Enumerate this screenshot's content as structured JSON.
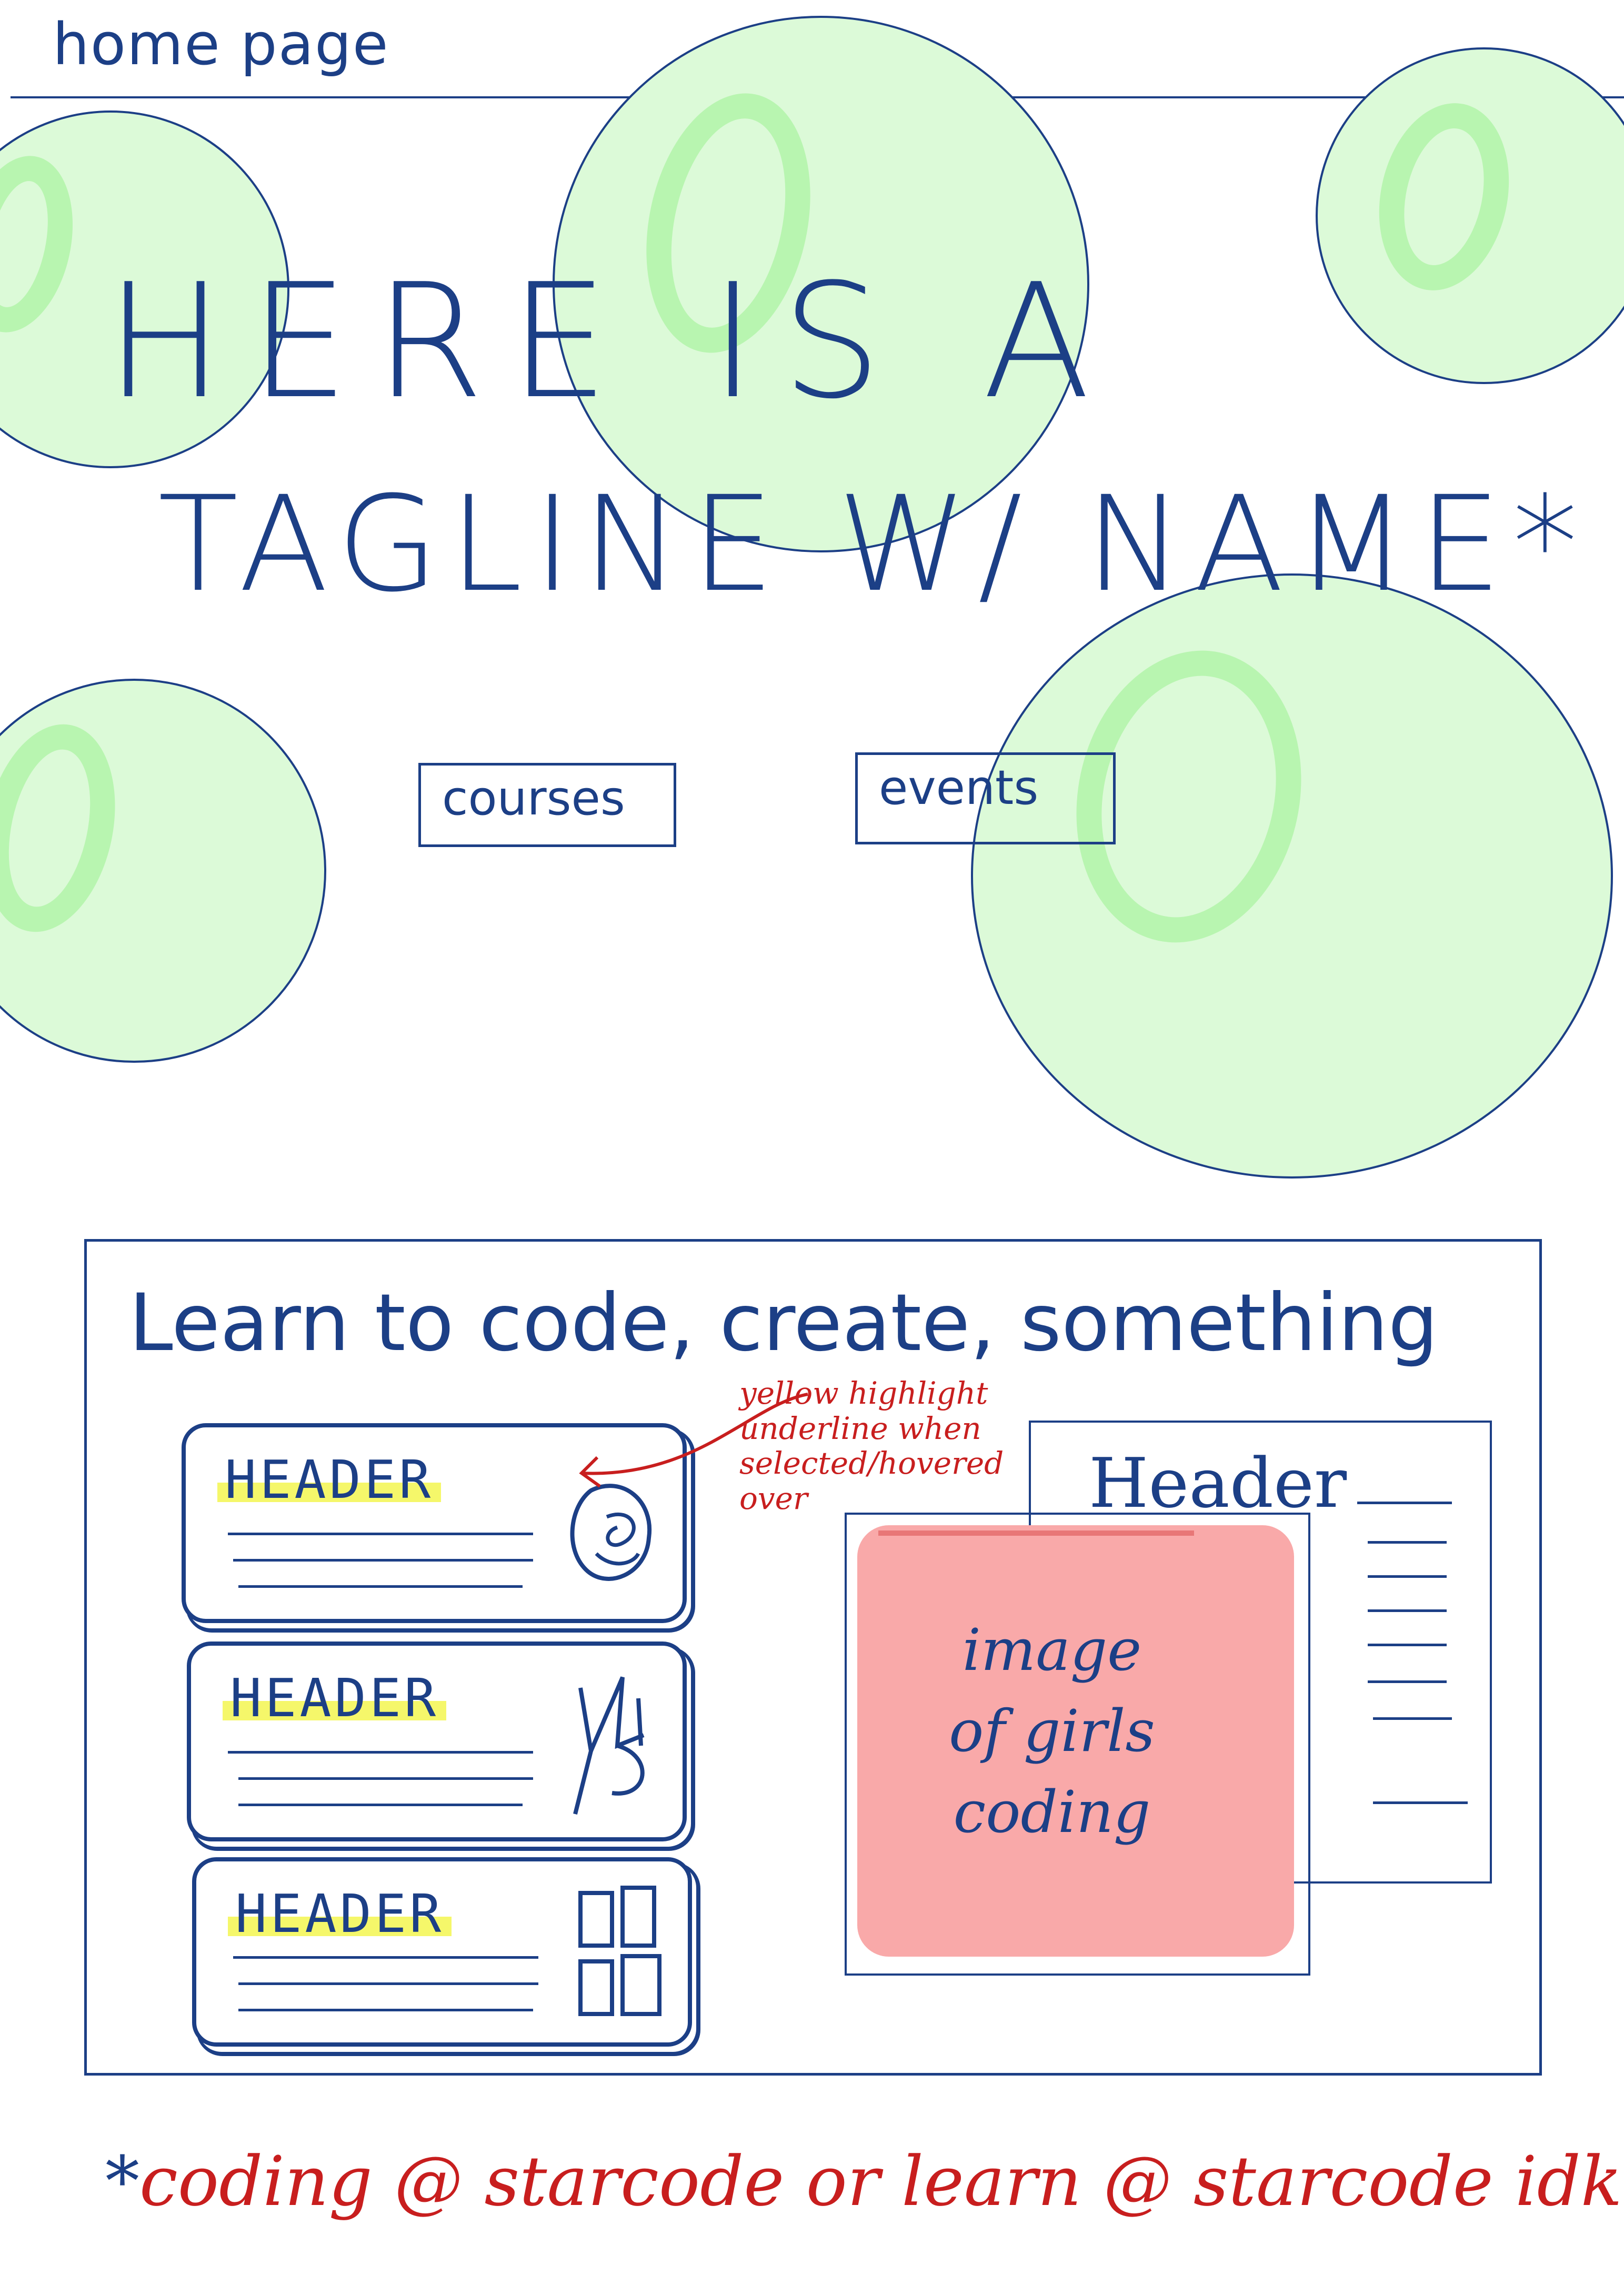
{
  "page": {
    "title": "home page"
  },
  "hero": {
    "tagline_line1": "HERE IS A",
    "tagline_line2": "TAGLINE W/ NAME*",
    "buttons": [
      {
        "label": "courses"
      },
      {
        "label": "events"
      }
    ],
    "bubble_color": "#dcfad8",
    "ink_color": "#1c3f86"
  },
  "learn_section": {
    "heading": "Learn to code, create, something",
    "cards": [
      {
        "header": "HEADER",
        "icon": "globe-icon"
      },
      {
        "header": "HEADER",
        "icon": "tools-icon"
      },
      {
        "header": "HEADER",
        "icon": "pages-icon"
      }
    ],
    "annotation": "yellow highlight underline when selected/hovered over",
    "highlight_color": "#f5f76a",
    "image_placeholder": {
      "caption": "image of girls coding",
      "color": "#f9a9a9"
    },
    "side_card": {
      "header": "Header"
    }
  },
  "footnote": {
    "asterisk": "*",
    "text": "coding @ starcode or learn @ starcode idk",
    "color": "#c81e1e"
  }
}
